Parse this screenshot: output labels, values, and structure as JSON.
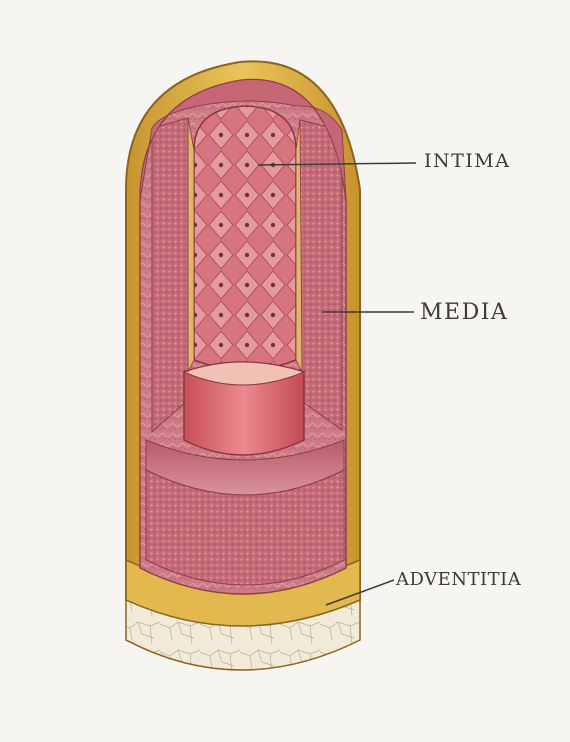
{
  "labels": {
    "intima": "INTIMA",
    "media": "MEDIA",
    "adventitia": "ADVENTITIA"
  },
  "colors": {
    "background": "#f7f5f2",
    "adventitia": "#e0b64a",
    "media": "#c9707e",
    "intima": "#d97a82",
    "lumen_rim": "#e0707a",
    "line": "#3d3a38"
  }
}
